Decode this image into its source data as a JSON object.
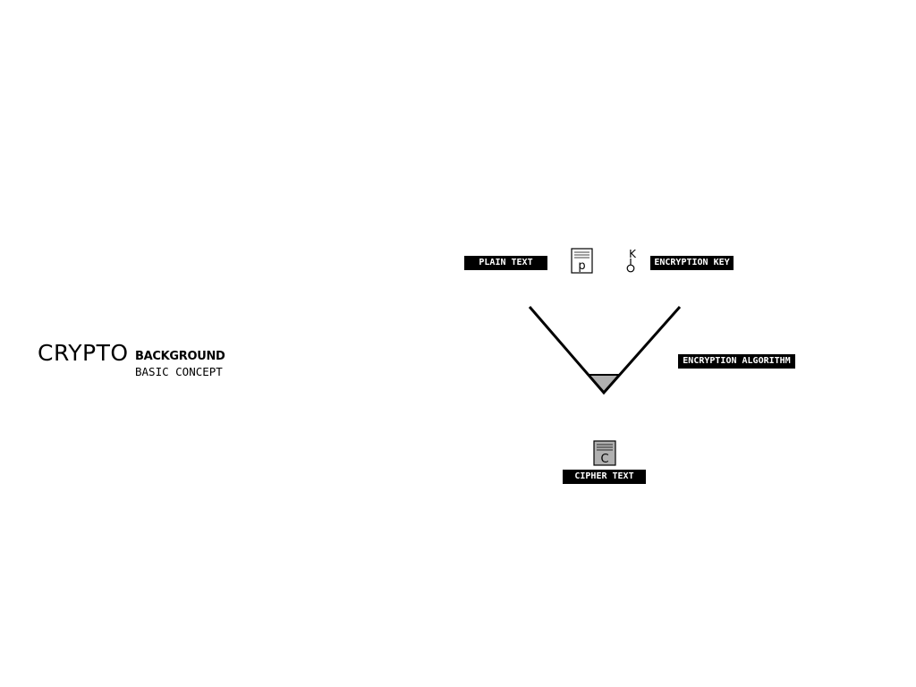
{
  "title": {
    "main": "CRYPTO",
    "sub": "BACKGROUND",
    "sub2": "BASIC CONCEPT"
  },
  "labels": {
    "plain_text": "PLAIN TEXT",
    "encryption_key": "ENCRYPTION KEY",
    "encryption_algorithm": "ENCRYPTION ALGORITHM",
    "cipher_text": "CIPHER TEXT"
  },
  "icons": {
    "plaintext_letter": "p",
    "key_letter": "K",
    "ciphertext_letter": "C",
    "plaintext_doc": "document-icon",
    "key": "key-icon",
    "funnel": "funnel-icon",
    "ciphertext_doc": "document-icon"
  },
  "colors": {
    "label_bg": "#000000",
    "label_text": "#ffffff",
    "funnel_fill": "#b0b0b0",
    "cipher_doc_fill": "#b0b0b0"
  }
}
